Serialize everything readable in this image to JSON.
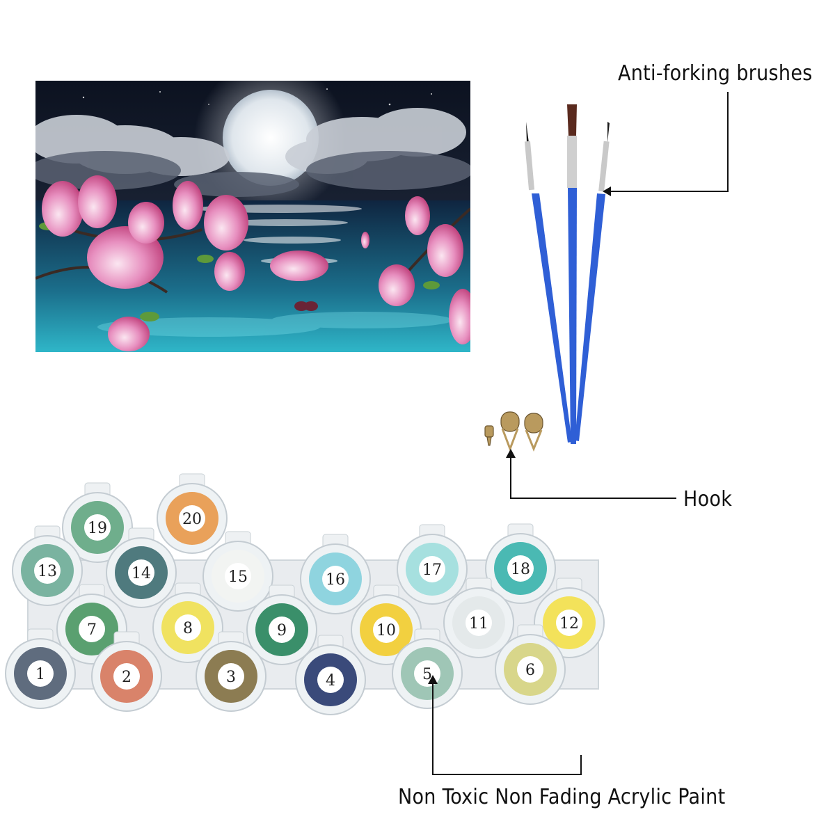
{
  "labels": {
    "brushes": "Anti-forking brushes",
    "hook": "Hook",
    "paint": "Non Toxic Non Fading Acrylic Paint"
  },
  "colors": {
    "brush_handle": "#2f5fd6",
    "arrow": "#111111"
  },
  "paint_pots": [
    {
      "number": "1",
      "color": "#5f6c7e"
    },
    {
      "number": "2",
      "color": "#d9836a"
    },
    {
      "number": "3",
      "color": "#8c7c52"
    },
    {
      "number": "4",
      "color": "#3a4a7a"
    },
    {
      "number": "5",
      "color": "#9fc6b6"
    },
    {
      "number": "6",
      "color": "#d8d68a"
    },
    {
      "number": "7",
      "color": "#5aa070"
    },
    {
      "number": "8",
      "color": "#f0e260"
    },
    {
      "number": "9",
      "color": "#3a8f6a"
    },
    {
      "number": "10",
      "color": "#f2d040"
    },
    {
      "number": "11",
      "color": "#e4e9ea"
    },
    {
      "number": "12",
      "color": "#f3e25a"
    },
    {
      "number": "13",
      "color": "#7ab3a0"
    },
    {
      "number": "14",
      "color": "#4f7a7e"
    },
    {
      "number": "15",
      "color": "#f2f4f2"
    },
    {
      "number": "16",
      "color": "#8fd4df"
    },
    {
      "number": "17",
      "color": "#a6e0df"
    },
    {
      "number": "18",
      "color": "#4ab9b3"
    },
    {
      "number": "19",
      "color": "#6fae8c"
    },
    {
      "number": "20",
      "color": "#e9a15a"
    }
  ]
}
